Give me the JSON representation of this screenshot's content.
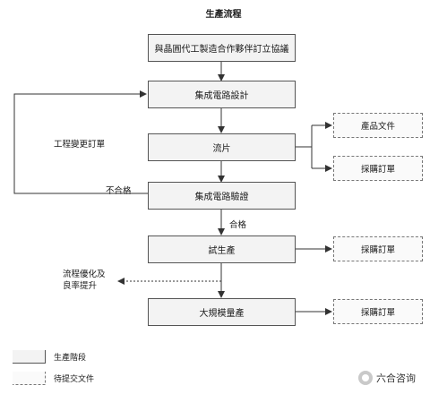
{
  "title": "生產流程",
  "stages": [
    {
      "label": "與晶圓代工製造合作夥伴訂立協議"
    },
    {
      "label": "集成電路設計"
    },
    {
      "label": "流片"
    },
    {
      "label": "集成電路驗證"
    },
    {
      "label": "試生產"
    },
    {
      "label": "大規模量產"
    }
  ],
  "documents": {
    "product_files": "產品文件",
    "purchase_order_1": "採購訂單",
    "purchase_order_2": "採購訂單",
    "purchase_order_3": "採購訂單"
  },
  "labels": {
    "engineering_change": "工程變更訂單",
    "fail": "不合格",
    "pass": "合格",
    "optimize_line1": "流程優化及",
    "optimize_line2": "良率提升"
  },
  "legend": {
    "stage": "生產階段",
    "submitted_file": "待提交文件"
  },
  "watermark": {
    "text": "六合咨询",
    "icon": "wechat-icon"
  },
  "colors": {
    "stage_fill": "#f3f3f3",
    "border": "#555555",
    "text": "#1a1a1a"
  }
}
